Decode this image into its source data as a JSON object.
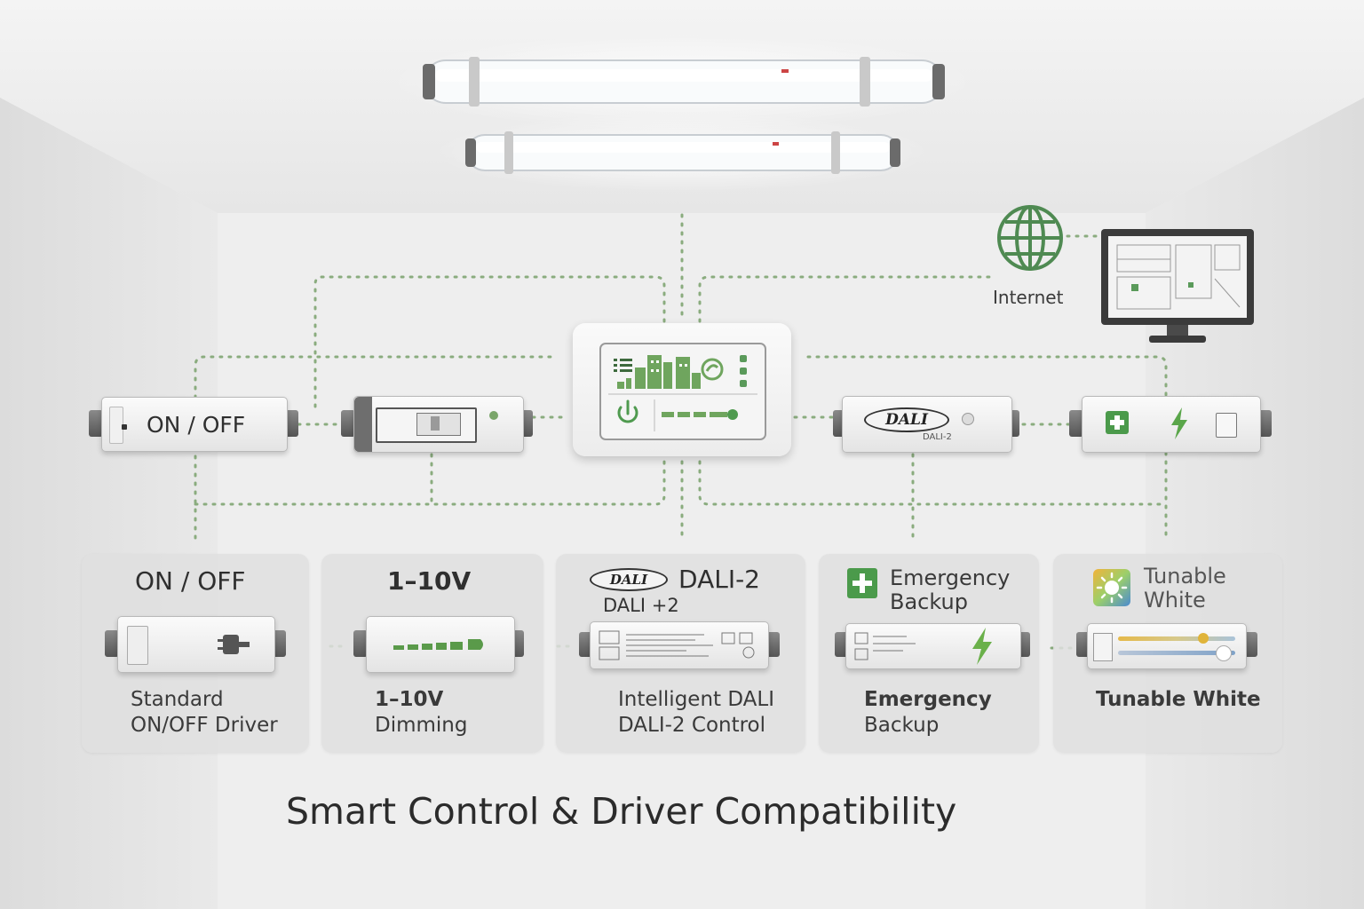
{
  "network": {
    "internet_label": "Internet"
  },
  "top_row": {
    "onoff_label": "ON / OFF",
    "dali_logo": "DALI",
    "dali_sub": "DALI-2"
  },
  "cards": [
    {
      "title": "ON / OFF",
      "desc_line1": "Standard",
      "desc_line2": "ON/OFF Driver"
    },
    {
      "title": "1–10V",
      "desc_line1": "1–10V",
      "desc_line2": "Dimming"
    },
    {
      "title": "DALI-2",
      "logo": "DALI",
      "subtitle": "DALI +2",
      "desc_line1": "Intelligent DALI",
      "desc_line2": "DALI-2 Control"
    },
    {
      "title_line1": "Emergency",
      "title_line2": "Backup",
      "desc_line1": "Emergency",
      "desc_line2": "Backup"
    },
    {
      "title_line1": "Tunable",
      "title_line2": "White",
      "desc_line1": "Tunable White"
    }
  ],
  "footer": {
    "title": "Smart Control & Driver Compatibility"
  },
  "colors": {
    "accent_green": "#4b9a4b",
    "connector_green": "#8aac7e",
    "wall": "#ebebeb"
  },
  "icons": [
    "globe-icon",
    "monitor-icon",
    "power-icon",
    "plug-icon",
    "lightning-icon",
    "first-aid-icon",
    "sun-icon"
  ]
}
